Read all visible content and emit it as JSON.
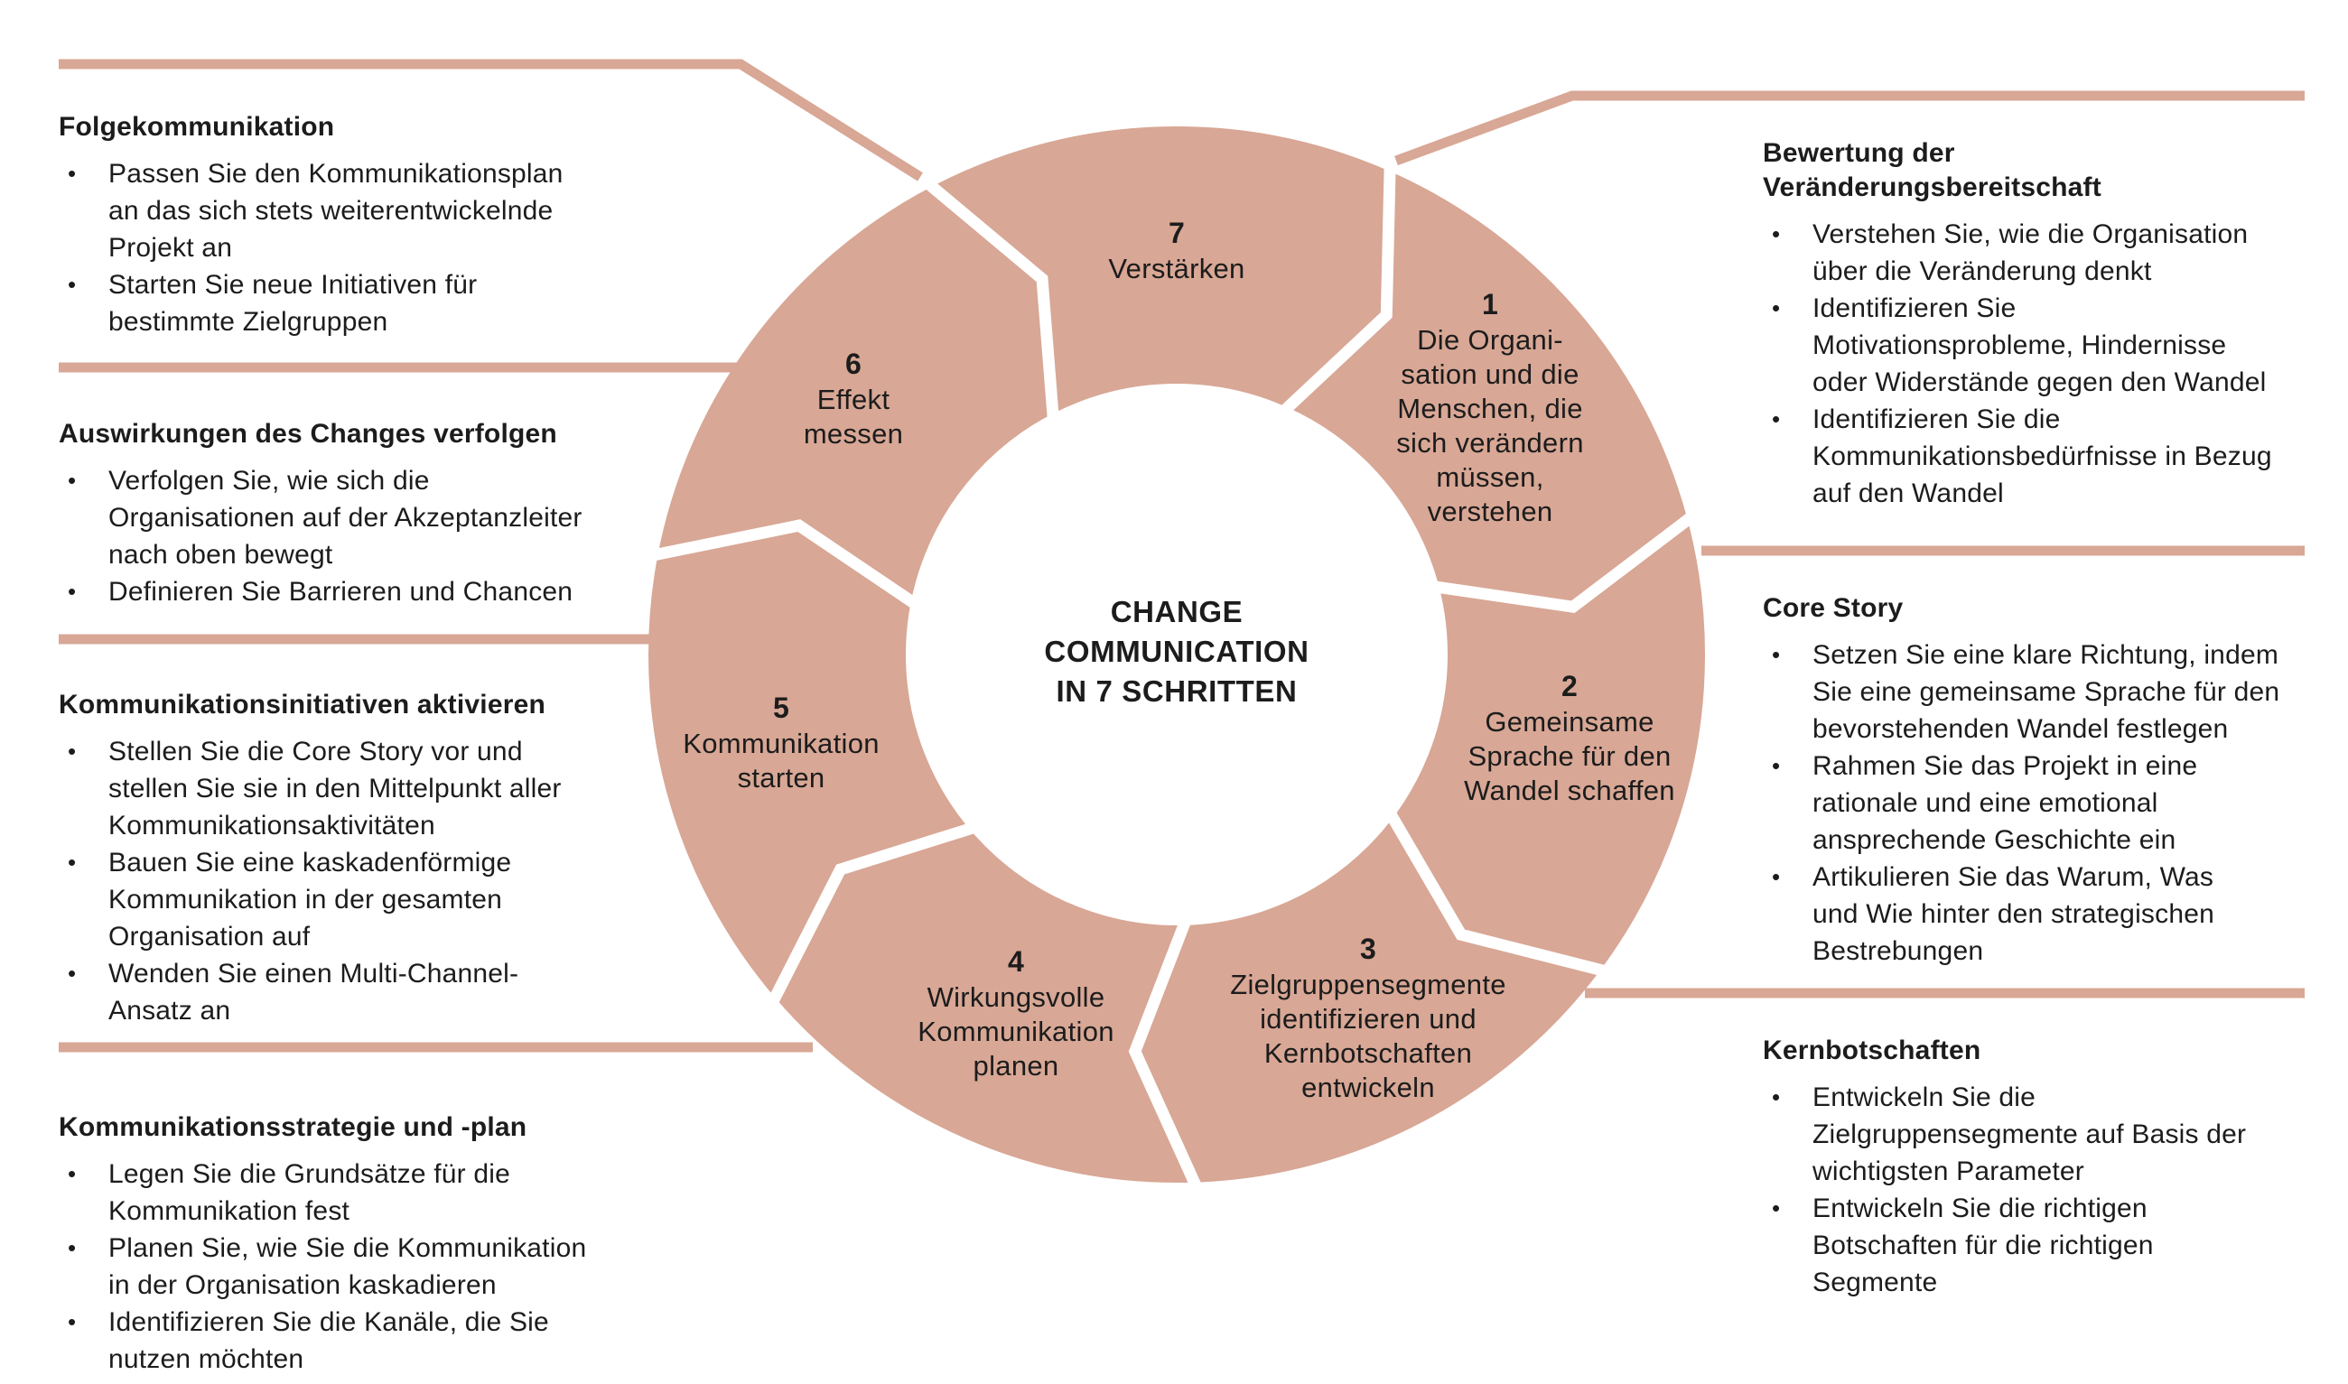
{
  "colors": {
    "accent": "#D8A795",
    "text": "#1C1C1C"
  },
  "center_title": "CHANGE\nCOMMUNICATION\nIN 7 SCHRITTEN",
  "segments": [
    {
      "number": "1",
      "label": "Die Organi-\nsation und die\nMenschen, die\nsich verändern\nmüssen,\nverstehen"
    },
    {
      "number": "2",
      "label": "Gemeinsame\nSprache für den\nWandel schaffen"
    },
    {
      "number": "3",
      "label": "Zielgruppensegmente\nidentifizieren und\nKernbotschaften\nentwickeln"
    },
    {
      "number": "4",
      "label": "Wirkungsvolle\nKommunikation\nplanen"
    },
    {
      "number": "5",
      "label": "Kommunikation\nstarten"
    },
    {
      "number": "6",
      "label": "Effekt\nmessen"
    },
    {
      "number": "7",
      "label": "Verstärken"
    }
  ],
  "left_blocks": [
    {
      "heading": "Folgekommunikation",
      "bullets": [
        "Passen Sie den Kommunikationsplan\nan das sich stets weiterentwickelnde\nProjekt an",
        "Starten Sie neue Initiativen für\nbestimmte Zielgruppen"
      ]
    },
    {
      "heading": "Auswirkungen des Changes verfolgen",
      "bullets": [
        "Verfolgen Sie, wie sich die\nOrganisationen auf der Akzeptanzleiter\nnach oben bewegt",
        "Definieren Sie Barrieren und Chancen"
      ]
    },
    {
      "heading": "Kommunikationsinitiativen aktivieren",
      "bullets": [
        "Stellen Sie die Core Story vor und\nstellen Sie sie in den Mittelpunkt aller\nKommunikationsaktivitäten",
        "Bauen Sie eine kaskadenförmige\nKommunikation in der gesamten\nOrganisation auf",
        "Wenden Sie einen Multi-Channel-\nAnsatz an"
      ]
    },
    {
      "heading": "Kommunikationsstrategie und -plan",
      "bullets": [
        "Legen Sie die Grundsätze für die\nKommunikation fest",
        "Planen Sie, wie Sie die Kommunikation\nin der Organisation kaskadieren",
        "Identifizieren Sie die Kanäle, die Sie\nnutzen möchten"
      ]
    }
  ],
  "right_blocks": [
    {
      "heading": "Bewertung der\nVeränderungsbereitschaft",
      "bullets": [
        "Verstehen Sie, wie die Organisation\nüber die Veränderung denkt",
        "Identifizieren Sie\nMotivationsprobleme, Hindernisse\noder Widerstände gegen den Wandel",
        "Identifizieren Sie die\nKommunikationsbedürfnisse in Bezug\nauf den Wandel"
      ]
    },
    {
      "heading": "Core Story",
      "bullets": [
        "Setzen Sie eine klare Richtung, indem\nSie eine gemeinsame Sprache für den\nbevorstehenden Wandel festlegen",
        "Rahmen Sie das Projekt in eine\nrationale und eine emotional\nansprechende Geschichte ein",
        "Artikulieren Sie das Warum, Was\nund Wie hinter den strategischen\nBestrebungen"
      ]
    },
    {
      "heading": "Kernbotschaften",
      "bullets": [
        "Entwickeln Sie die\nZielgruppensegmente auf Basis der\nwichtigsten Parameter",
        "Entwickeln Sie die richtigen\nBotschaften für die richtigen\nSegmente"
      ]
    }
  ]
}
